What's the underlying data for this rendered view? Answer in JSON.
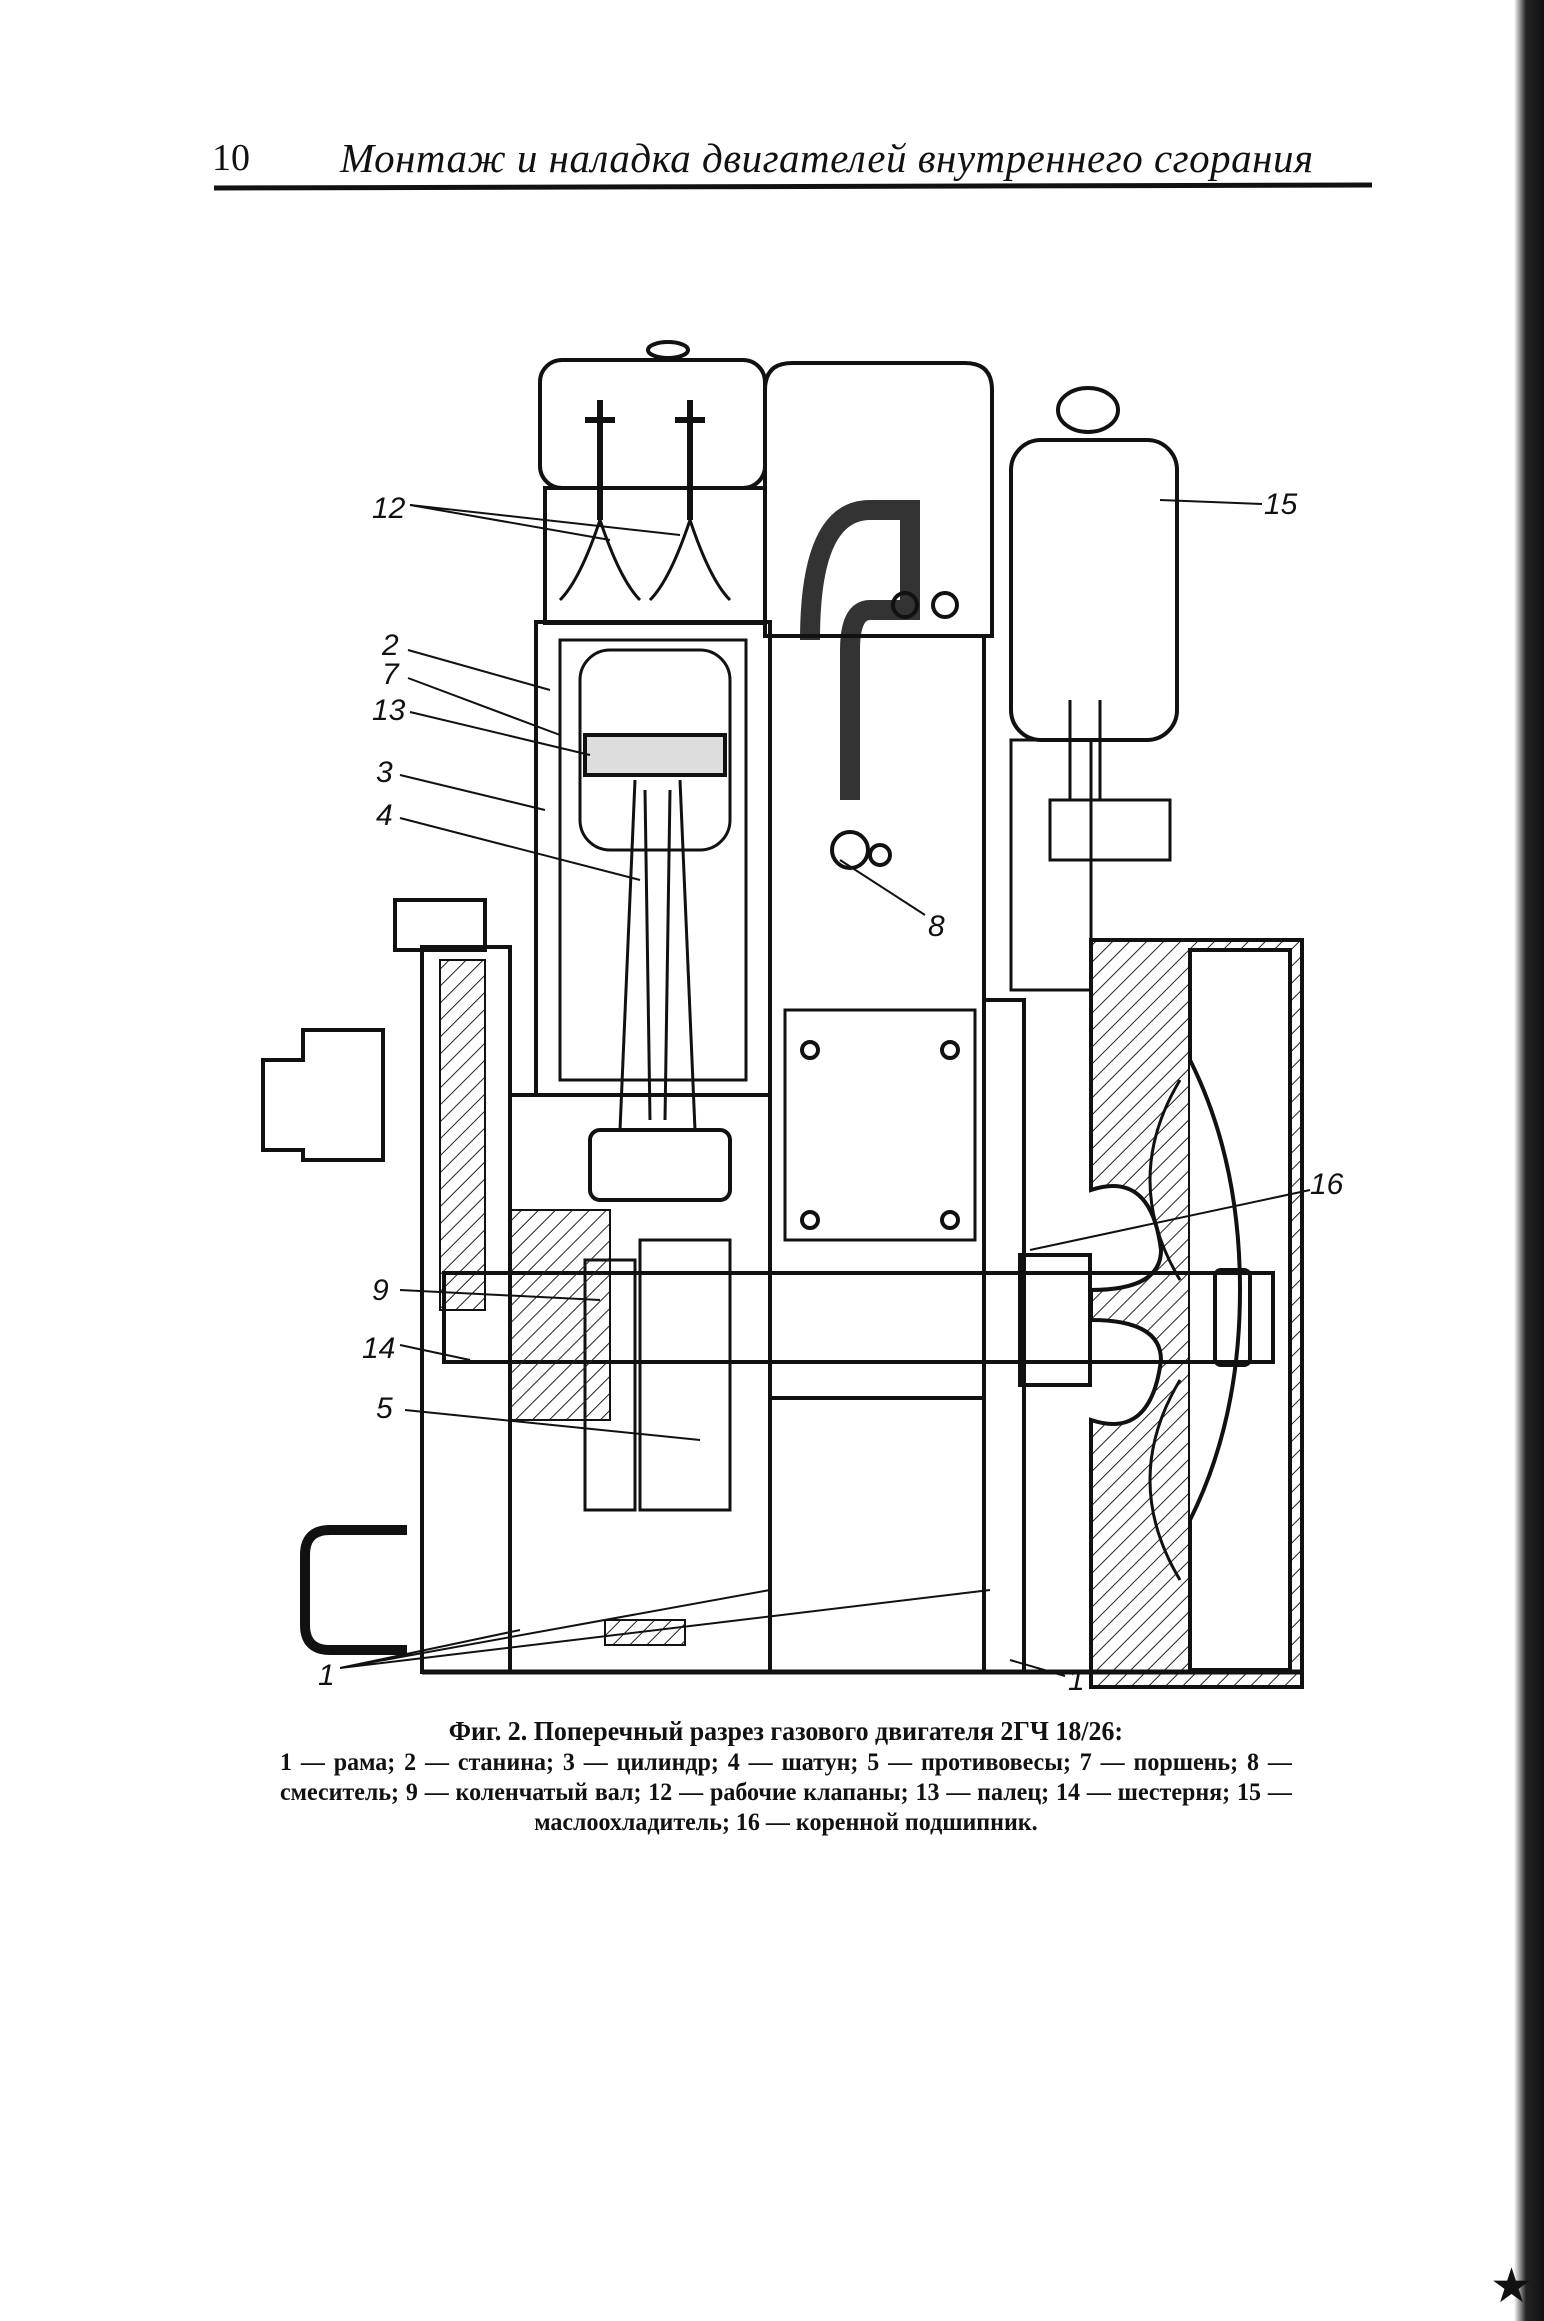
{
  "header": {
    "page_number": "10",
    "running_title": "Монтаж и наладка двигателей внутреннего сгорания"
  },
  "figure": {
    "labels": {
      "l12": "12",
      "l2": "2",
      "l7": "7",
      "l13": "13",
      "l3": "3",
      "l4": "4",
      "l15": "15",
      "l8": "8",
      "l16": "16",
      "l9": "9",
      "l14": "14",
      "l5": "5",
      "l1a": "1",
      "l1b": "1"
    }
  },
  "caption": {
    "title": "Фиг. 2. Поперечный разрез газового двигателя 2ГЧ 18/26:",
    "body": "1 — рама; 2 — станина; 3 — цилиндр; 4 — шатун; 5 — противовесы; 7 — поршень; 8 — смеситель; 9 — коленчатый вал; 12 — рабочие клапаны; 13 — палец; 14 — шестерня; 15 — маслоохладитель; 16 — коренной подшипник."
  },
  "decor": {
    "corner_mark_icon": "star-icon"
  }
}
